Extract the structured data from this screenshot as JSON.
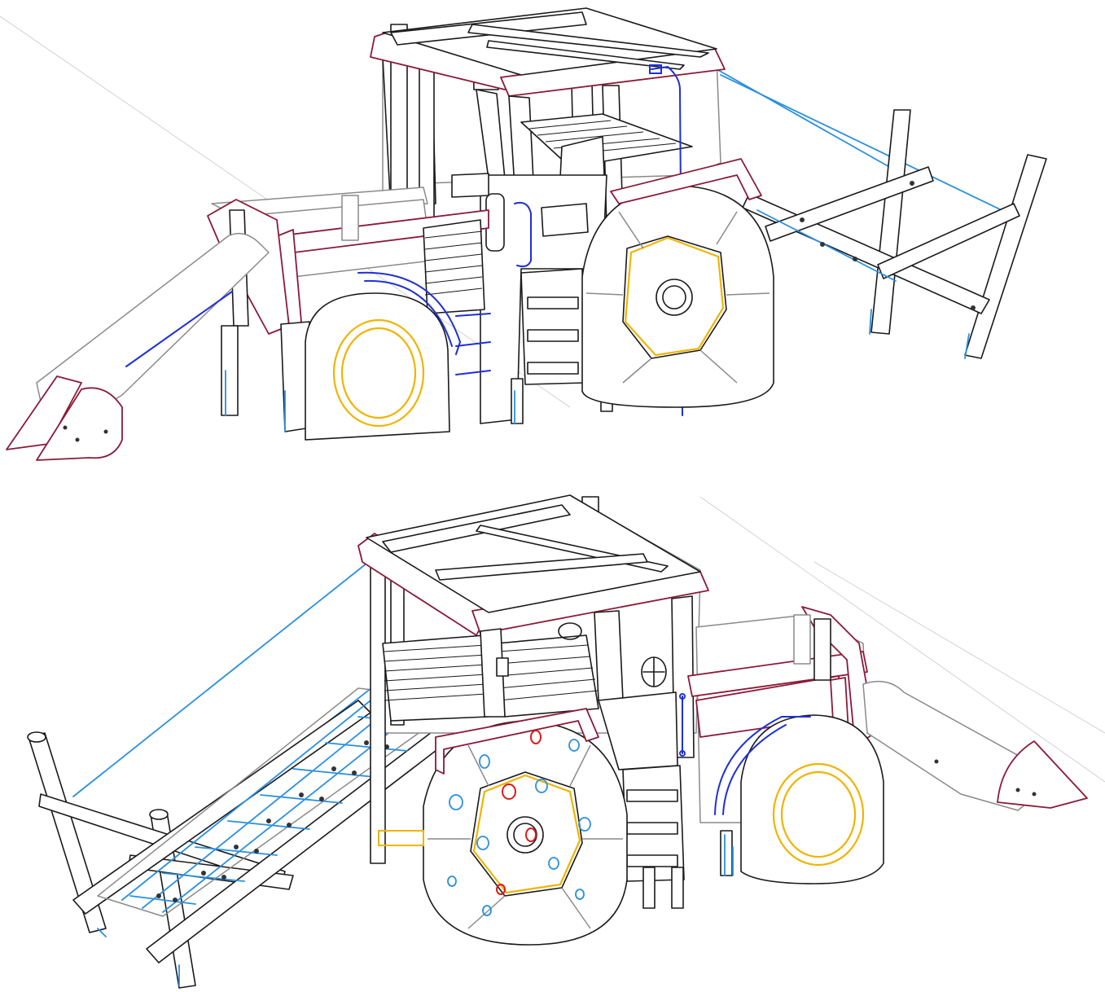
{
  "diagram": {
    "views": [
      {
        "id": "view-top",
        "subject": "tractor-playground-rear-left"
      },
      {
        "id": "view-bottom",
        "subject": "tractor-playground-front-right"
      }
    ],
    "colors": {
      "outline": "#1a1a1a",
      "panel_outline": "#8a8a8a",
      "trim": "#8b1a3a",
      "hub_ring": "#f0b400",
      "rail": "#1f2fd6",
      "rope": "#2a8fe0",
      "climbing_hold_red": "#e01818"
    }
  }
}
